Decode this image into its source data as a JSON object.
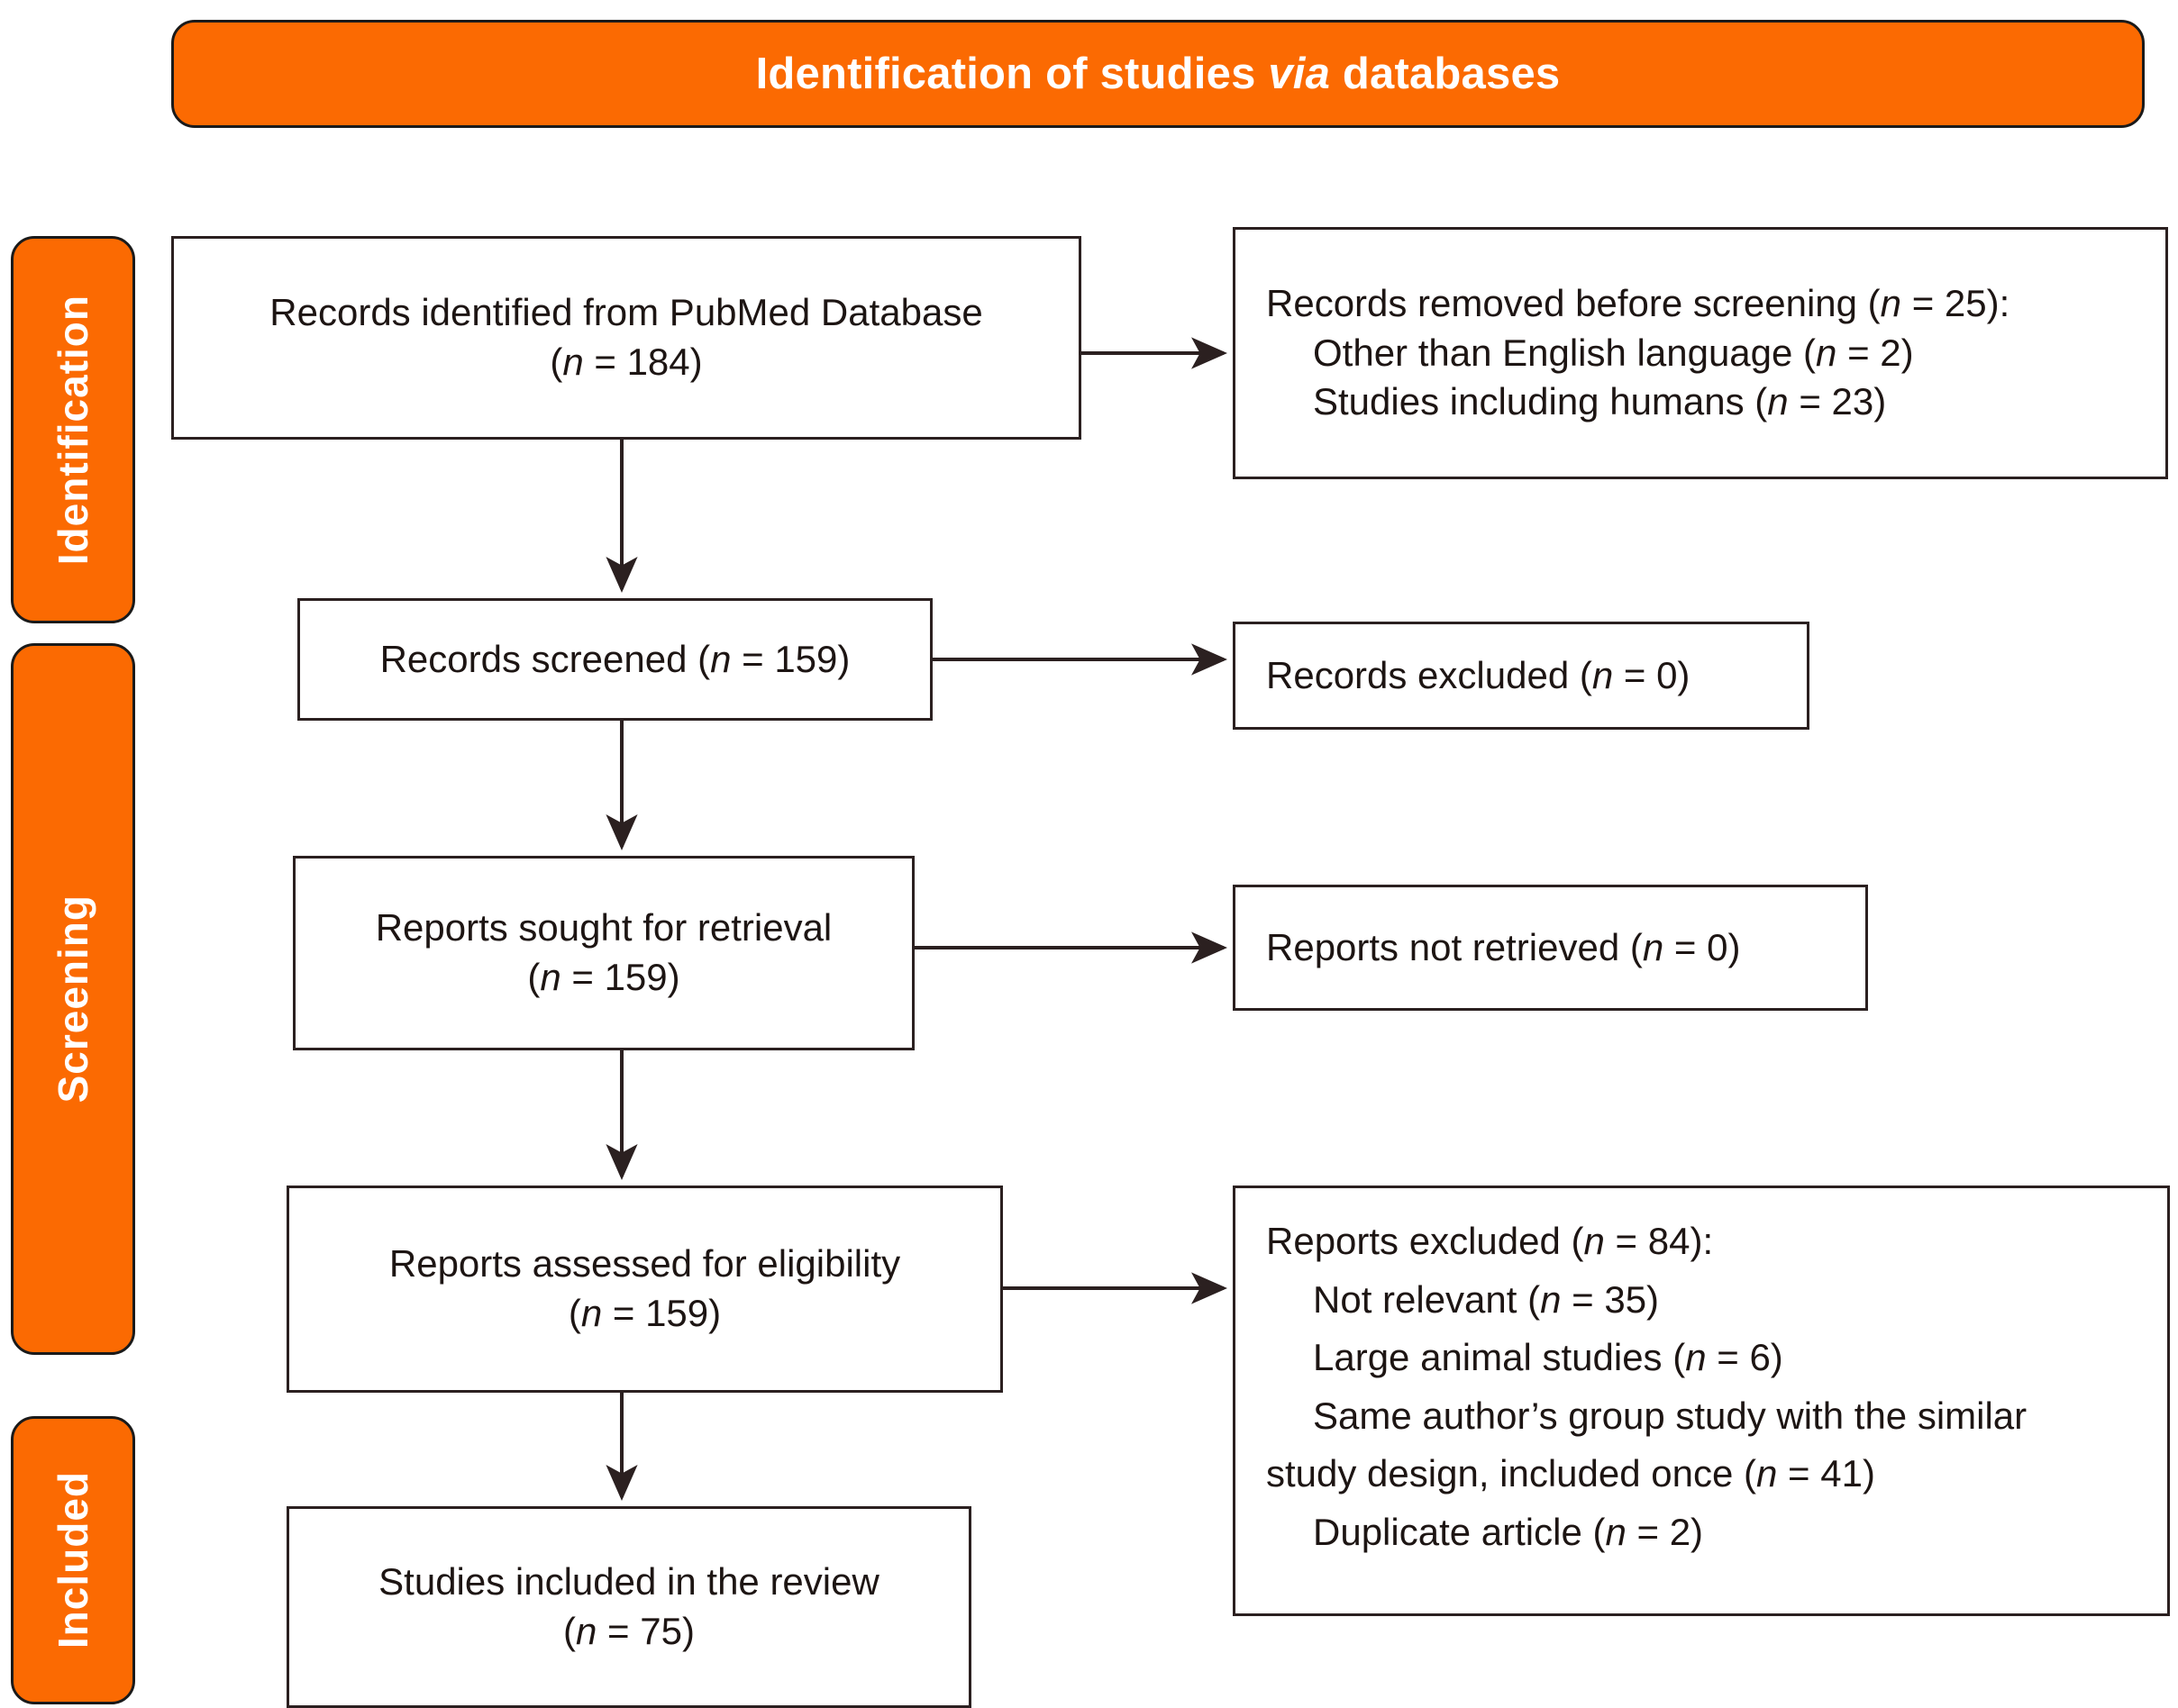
{
  "header": {
    "title_before": "Identification of studies ",
    "title_em": "via",
    "title_after": " databases"
  },
  "stages": [
    {
      "key": "identification",
      "label": "Identification"
    },
    {
      "key": "screening",
      "label": "Screening"
    },
    {
      "key": "included",
      "label": "Included"
    }
  ],
  "boxes": {
    "identified": {
      "line1": "Records identified from PubMed Database",
      "line2_pre": "(",
      "line2_n": "n",
      "line2_post": " = 184)"
    },
    "removed": {
      "line1_pre": "Records removed before screening (",
      "line1_n": "n",
      "line1_post": " = 25):",
      "line2_pre": "Other than English language (",
      "line2_n": "n",
      "line2_post": " =  2)",
      "line3_pre": "Studies including humans (",
      "line3_n": "n",
      "line3_post": " = 23)"
    },
    "screened": {
      "line1_pre": "Records screened (",
      "line1_n": "n",
      "line1_post": " = 159)"
    },
    "excluded_zero": {
      "line1_pre": "Records excluded (",
      "line1_n": "n",
      "line1_post": " = 0)"
    },
    "sought": {
      "line1": "Reports sought for retrieval",
      "line2_pre": "(",
      "line2_n": "n",
      "line2_post": " = 159)"
    },
    "not_retrieved": {
      "line1_pre": "Reports not retrieved (",
      "line1_n": "n",
      "line1_post": " = 0)"
    },
    "assessed": {
      "line1": "Reports assessed for eligibility",
      "line2_pre": "(",
      "line2_n": "n",
      "line2_post": " = 159)"
    },
    "excluded_84": {
      "line1_pre": "Reports excluded (",
      "line1_n": "n",
      "line1_post": " = 84):",
      "line2_pre": "Not relevant (",
      "line2_n": "n",
      "line2_post": " = 35)",
      "line3_pre": "Large animal studies (",
      "line3_n": "n",
      "line3_post": " = 6)",
      "line4_a": "Same author’s group study with the similar",
      "line4_b_pre": "study design, included once (",
      "line4_b_n": "n",
      "line4_b_post": " = 41)",
      "line5_pre": "Duplicate article (",
      "line5_n": "n",
      "line5_post": " = 2)"
    },
    "included": {
      "line1": "Studies included in the review",
      "line2_pre": "(",
      "line2_n": "n",
      "line2_post": " = 75)"
    }
  },
  "colors": {
    "accent_orange": "#FB6A02",
    "outline": "#2b2020",
    "banner_text": "#ffffff"
  }
}
